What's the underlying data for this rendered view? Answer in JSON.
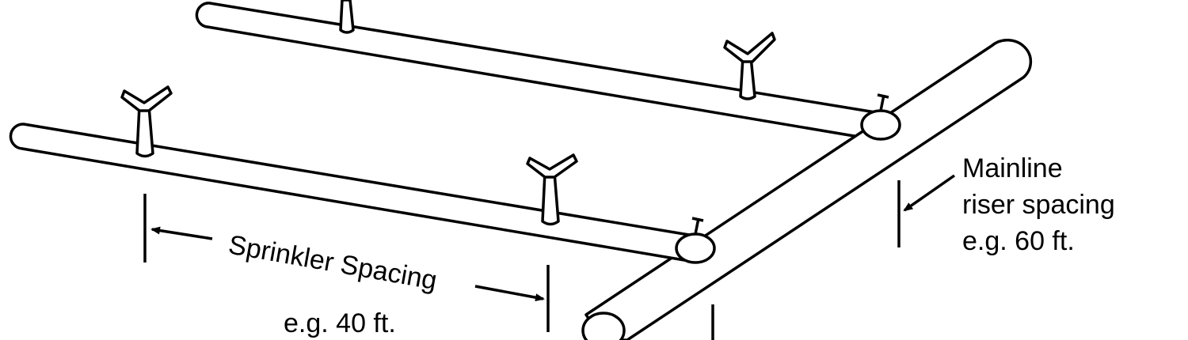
{
  "diagram": {
    "sprinkler_label": "Sprinkler Spacing",
    "sprinkler_value": "e.g. 40 ft.",
    "mainline_label_1": "Mainline",
    "mainline_label_2": "riser spacing",
    "mainline_value": "e.g. 60 ft.",
    "colors": {
      "stroke": "#000000",
      "background": "#ffffff"
    }
  }
}
